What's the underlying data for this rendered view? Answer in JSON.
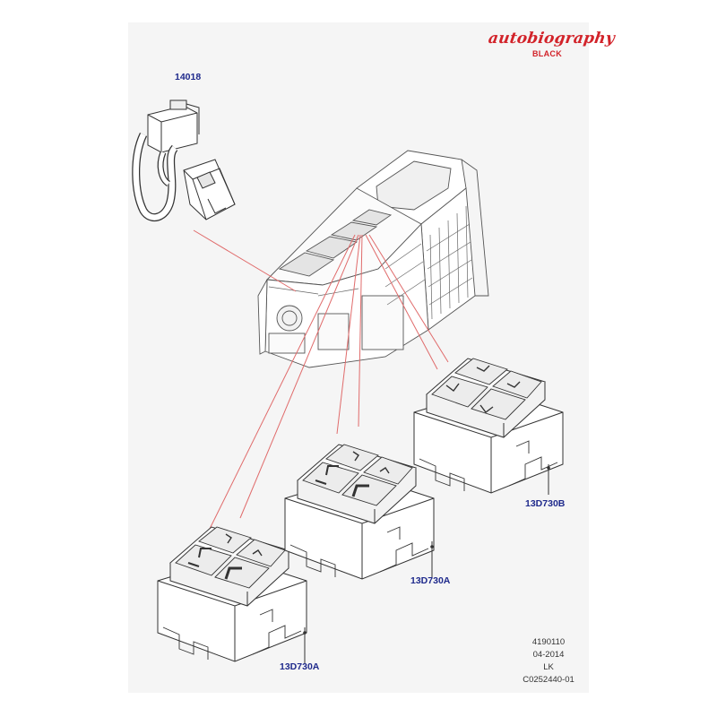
{
  "brand": {
    "name": "autobiography",
    "edition": "BLACK",
    "color": "#d2232a"
  },
  "labels": {
    "harness": "14018",
    "switch_a1": "13D730A",
    "switch_a2": "13D730A",
    "switch_b": "13D730B"
  },
  "footer": {
    "line1": "4190110",
    "line2": "04-2014",
    "line3": "LK",
    "line4": "C0252440-01"
  },
  "colors": {
    "leader": "#e06b6b",
    "label": "#1f2a8c",
    "outline": "#333333",
    "key_face": "#ececec"
  }
}
